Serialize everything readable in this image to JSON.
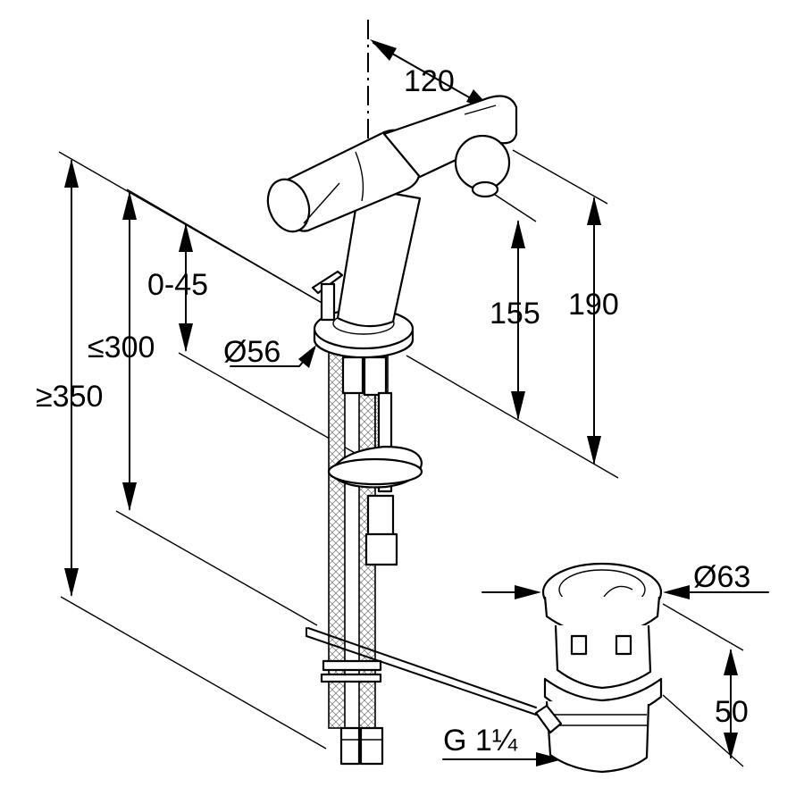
{
  "drawing": {
    "dimensions": {
      "spout_reach": "120",
      "spout_height": "155",
      "tap_height": "190",
      "deck_thickness": "0-45",
      "min_supply_length": "≤300",
      "min_total_length": "≥350",
      "base_diameter": "Ø56",
      "waste_diameter": "Ø63",
      "waste_height": "50",
      "waste_thread": "G 1¼"
    },
    "colors": {
      "line": "#000000",
      "background": "#ffffff"
    }
  }
}
